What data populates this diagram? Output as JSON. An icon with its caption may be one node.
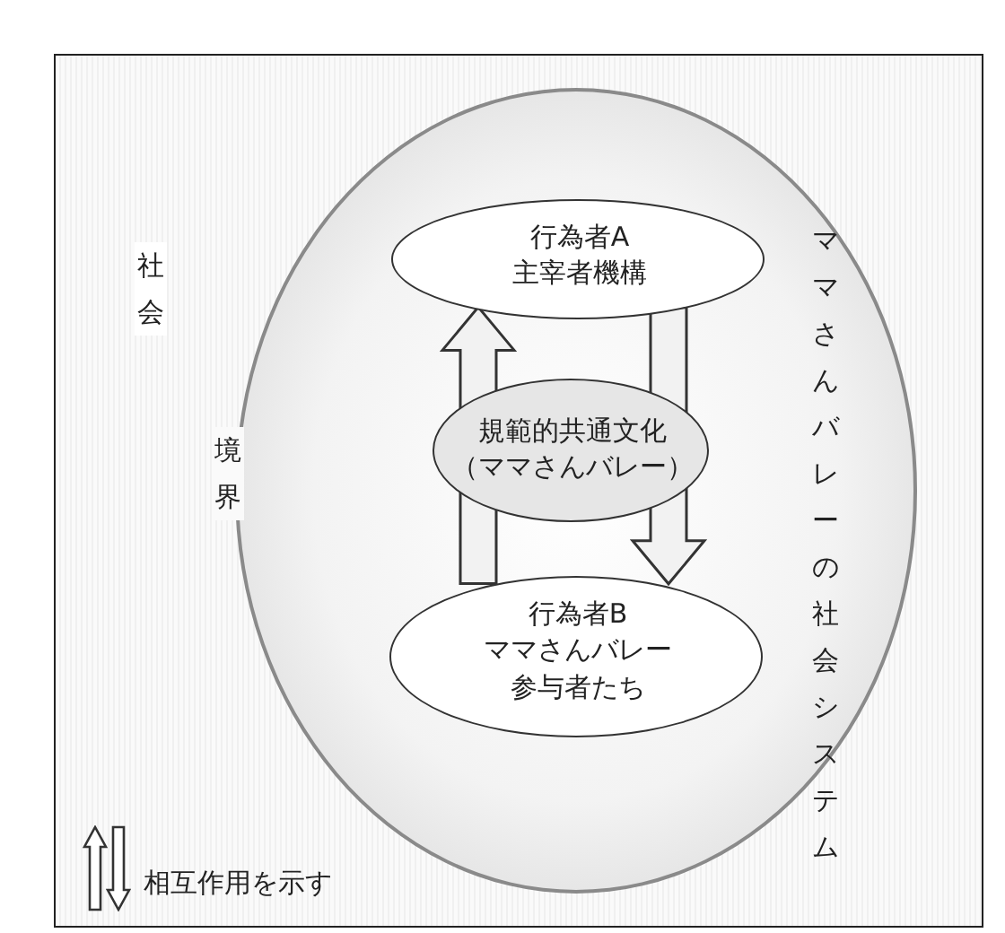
{
  "diagram": {
    "nodes": [
      {
        "text": [
          "社会"
        ]
      },
      {
        "text": [
          "ママさんバレーの社会システム"
        ],
        "in": 0
      },
      {
        "text": [
          "行為者A主宰者機構"
        ],
        "in": 1
      },
      {
        "text": [
          "規範的共通文化（ママさんバレー）"
        ],
        "in": 1
      },
      {
        "text": [
          "行為者Bママさんバレー参与者たち"
        ],
        "in": 1
      }
    ],
    "edges": [
      {
        "from": 4,
        "to": 2,
        "arrow": "to"
      },
      {
        "from": 2,
        "to": 4,
        "arrow": "to"
      }
    ],
    "labels": [
      "境界"
    ],
    "legend": [
      {
        "text": "相互作用を示す"
      }
    ]
  }
}
